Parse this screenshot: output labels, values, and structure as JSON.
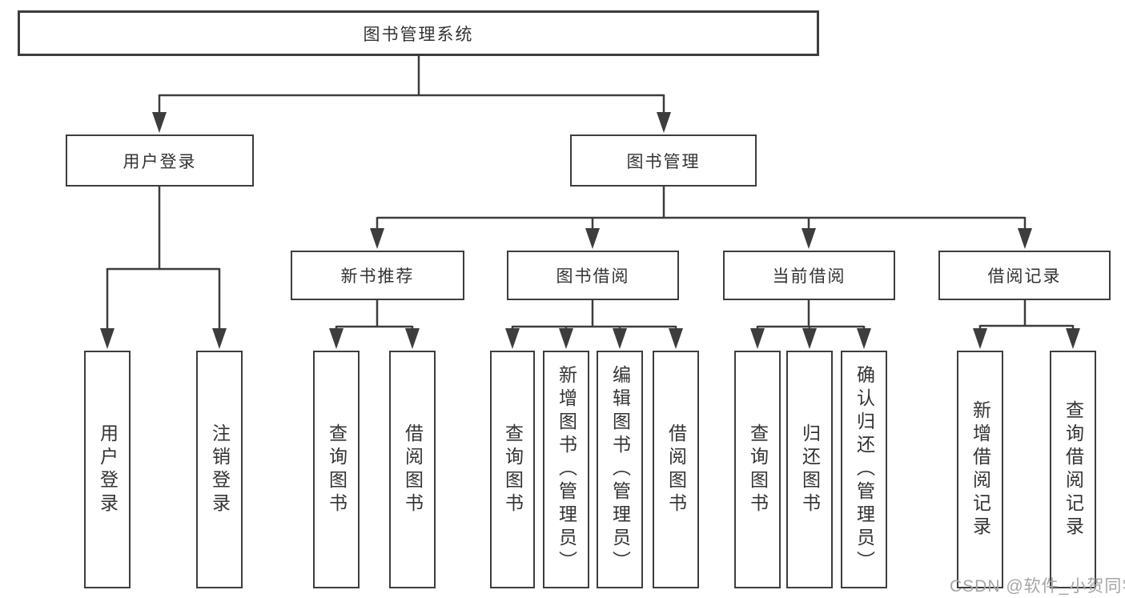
{
  "diagram": {
    "root": {
      "label": "图书管理系统"
    },
    "level2": [
      {
        "label": "用户登录"
      },
      {
        "label": "图书管理"
      }
    ],
    "level3": [
      {
        "label": "新书推荐",
        "parent": "图书管理"
      },
      {
        "label": "图书借阅",
        "parent": "图书管理"
      },
      {
        "label": "当前借阅",
        "parent": "图书管理"
      },
      {
        "label": "借阅记录",
        "parent": "图书管理"
      }
    ],
    "leaves": [
      {
        "label": "用户登录",
        "parent": "用户登录"
      },
      {
        "label": "注销登录",
        "parent": "用户登录"
      },
      {
        "label": "查询图书",
        "parent": "新书推荐"
      },
      {
        "label": "借阅图书",
        "parent": "新书推荐"
      },
      {
        "label": "查询图书",
        "parent": "图书借阅"
      },
      {
        "label": "新增图书（管理员）",
        "parent": "图书借阅"
      },
      {
        "label": "编辑图书（管理员）",
        "parent": "图书借阅"
      },
      {
        "label": "借阅图书",
        "parent": "图书借阅"
      },
      {
        "label": "查询图书",
        "parent": "当前借阅"
      },
      {
        "label": "归还图书",
        "parent": "当前借阅"
      },
      {
        "label": "确认归还（管理员）",
        "parent": "当前借阅"
      },
      {
        "label": "新增借阅记录",
        "parent": "借阅记录"
      },
      {
        "label": "查询借阅记录",
        "parent": "借阅记录"
      }
    ]
  },
  "watermark": "CSDN @软件_小贺同学",
  "colors": {
    "line": "#3d3d3d",
    "box_border": "#3d3d3d",
    "text": "#333333",
    "background": "#ffffff",
    "watermark": "#a6a6a6"
  }
}
